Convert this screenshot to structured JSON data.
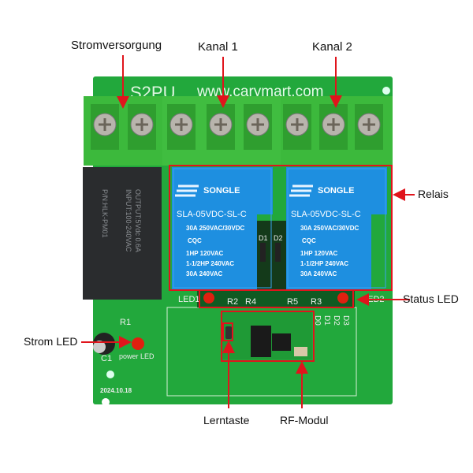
{
  "annotations": {
    "power_supply": "Stromversorgung",
    "channel1": "Kanal 1",
    "channel2": "Kanal 2",
    "relays": "Relais",
    "status_led": "Status LED",
    "power_led": "Strom LED",
    "learn_button": "Lerntaste",
    "rf_module": "RF-Modul"
  },
  "board": {
    "model": "S2PU",
    "website": "www.carymart.com",
    "date": "2024.10.18",
    "power_led_label": "power LED",
    "r1": "R1",
    "c1": "C1",
    "led1": "LED1",
    "led2": "LED2",
    "r2": "R2",
    "r4": "R4",
    "r5": "R5",
    "r3": "R3",
    "d1": "D1",
    "d2": "D2",
    "d0_pin": "D0",
    "d1_pin": "D1",
    "d2_pin": "D2",
    "d3_pin": "D3",
    "psu_text1": "P/N:HLK-PM01",
    "psu_text2": "INPUT:100-240VAC",
    "psu_text3": "OUTPUT:5Vdc 0.6A"
  },
  "relay": {
    "brand": "SONGLE",
    "model": "SLA-05VDC-SL-C",
    "rating1": "30A  250VAC/30VDC",
    "cert": "CQC",
    "rating2": "1HP 120VAC",
    "rating3": "1-1/2HP 240VAC",
    "rating4": "30A 240VAC"
  },
  "colors": {
    "pcb": "#22a83c",
    "terminal": "#3cb93c",
    "relay": "#1e8fe0",
    "annotation": "#e0141c"
  }
}
